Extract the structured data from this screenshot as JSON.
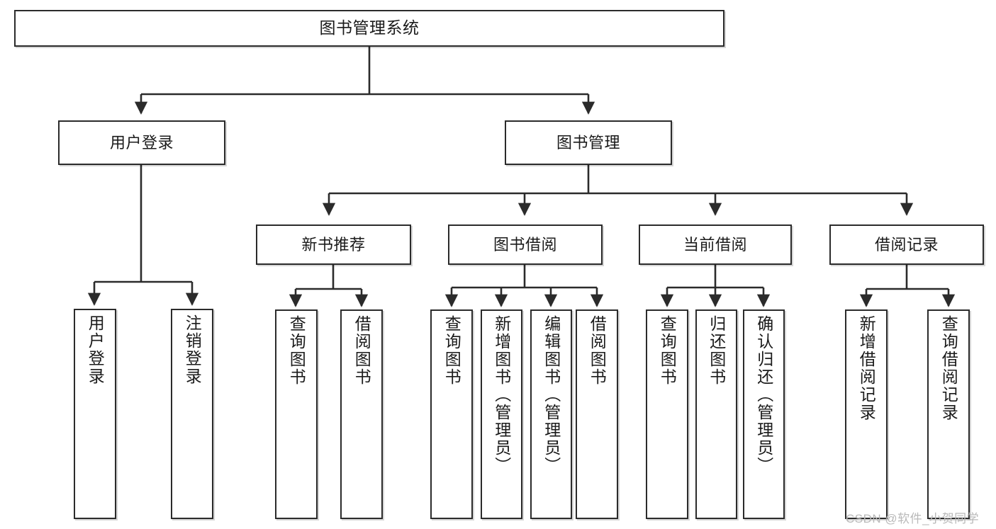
{
  "diagram": {
    "type": "tree-hierarchy",
    "title": "图书管理系统",
    "orientation": "top-down",
    "colors": {
      "box_border": "#2b2b2b",
      "box_fill": "#ffffff",
      "connector": "#2b2b2b",
      "text": "#1a1a1a",
      "watermark": "#b9b9b9"
    }
  },
  "nodes": {
    "root": {
      "label": "图书管理系统"
    },
    "level1": [
      {
        "id": "user-login",
        "label": "用户登录"
      },
      {
        "id": "book-manage",
        "label": "图书管理"
      }
    ],
    "level2": [
      {
        "id": "new-book-recommend",
        "label": "新书推荐"
      },
      {
        "id": "book-borrow",
        "label": "图书借阅"
      },
      {
        "id": "current-borrow",
        "label": "当前借阅"
      },
      {
        "id": "borrow-record",
        "label": "借阅记录"
      }
    ],
    "leaves": {
      "user-login": [
        {
          "id": "leaf-user-login",
          "label": "用户登录"
        },
        {
          "id": "leaf-logout-login",
          "label": "注销登录"
        }
      ],
      "new-book-recommend": [
        {
          "id": "leaf-query-book-1",
          "label": "查询图书"
        },
        {
          "id": "leaf-borrow-book-1",
          "label": "借阅图书"
        }
      ],
      "book-borrow": [
        {
          "id": "leaf-query-book-2",
          "label": "查询图书"
        },
        {
          "id": "leaf-add-book",
          "label": "新增图书（管理员）"
        },
        {
          "id": "leaf-edit-book",
          "label": "编辑图书（管理员）"
        },
        {
          "id": "leaf-borrow-book-2",
          "label": "借阅图书"
        }
      ],
      "current-borrow": [
        {
          "id": "leaf-query-book-3",
          "label": "查询图书"
        },
        {
          "id": "leaf-return-book",
          "label": "归还图书"
        },
        {
          "id": "leaf-confirm-return",
          "label": "确认归还（管理员）"
        }
      ],
      "borrow-record": [
        {
          "id": "leaf-add-record",
          "label": "新增借阅记录"
        },
        {
          "id": "leaf-query-record",
          "label": "查询借阅记录"
        }
      ]
    }
  },
  "watermark": {
    "text": "CSDN @软件_小贺同学"
  }
}
